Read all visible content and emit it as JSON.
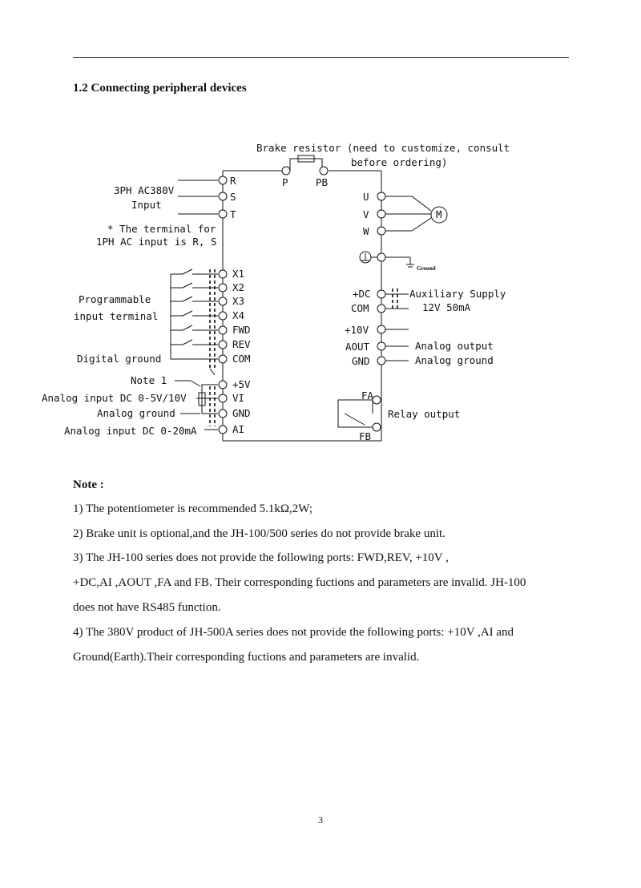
{
  "heading": "1.2 Connecting peripheral devices",
  "diagram": {
    "brake_resistor": "Brake resistor",
    "brake_note_line1": "(need to customize, consult",
    "brake_note_line2": "before ordering)",
    "terminal_p": "P",
    "terminal_pb": "PB",
    "terminal_r": "R",
    "terminal_s": "S",
    "terminal_t": "T",
    "input_line1": "3PH AC380V",
    "input_line2": "Input",
    "single_phase_line1": "* The terminal for",
    "single_phase_line2": "1PH AC input is R, S",
    "terminal_u": "U",
    "terminal_v": "V",
    "terminal_w": "W",
    "motor_label": "M",
    "ground_label": "Ground",
    "terminal_x1": "X1",
    "terminal_x2": "X2",
    "terminal_x3": "X3",
    "terminal_x4": "X4",
    "terminal_fwd": "FWD",
    "terminal_rev": "REV",
    "terminal_com": "COM",
    "programmable_line1": "Programmable",
    "programmable_line2": "input terminal",
    "digital_ground": "Digital ground",
    "terminal_dc": "+DC",
    "terminal_com_right": "COM",
    "aux_line1": "Auxiliary Supply",
    "aux_line2": "12V 50mA",
    "terminal_10v": "+10V",
    "terminal_aout": "AOUT",
    "terminal_gnd_right": "GND",
    "analog_output": "Analog output",
    "analog_ground_right": "Analog ground",
    "note1": "Note 1",
    "terminal_5v": "+5V",
    "terminal_vi": "VI",
    "terminal_gnd": "GND",
    "terminal_ai": "AI",
    "analog_input_v": "Analog input DC 0-5V/10V",
    "analog_ground_left": "Analog ground",
    "analog_input_ma": "Analog input DC 0-20mA",
    "terminal_fa": "FA",
    "terminal_fb": "FB",
    "relay_output": "Relay output"
  },
  "notes": {
    "title": "Note :",
    "items": [
      "1)  The potentiometer is recommended 5.1kΩ,2W;",
      "2)  Brake unit is optional,and the JH-100/500 series    do not provide brake unit.",
      "3)  The JH-100 series does not provide the following ports: FWD,REV, +10V ,",
      "+DC,AI ,AOUT ,FA and FB. Their corresponding fuctions and parameters are invalid. JH-100",
      "does not have RS485 function.",
      "4)  The 380V product of JH-500A series does not provide the following ports:    +10V ,AI and",
      "Ground(Earth).Their corresponding fuctions and parameters are invalid."
    ]
  },
  "page_number": "3"
}
